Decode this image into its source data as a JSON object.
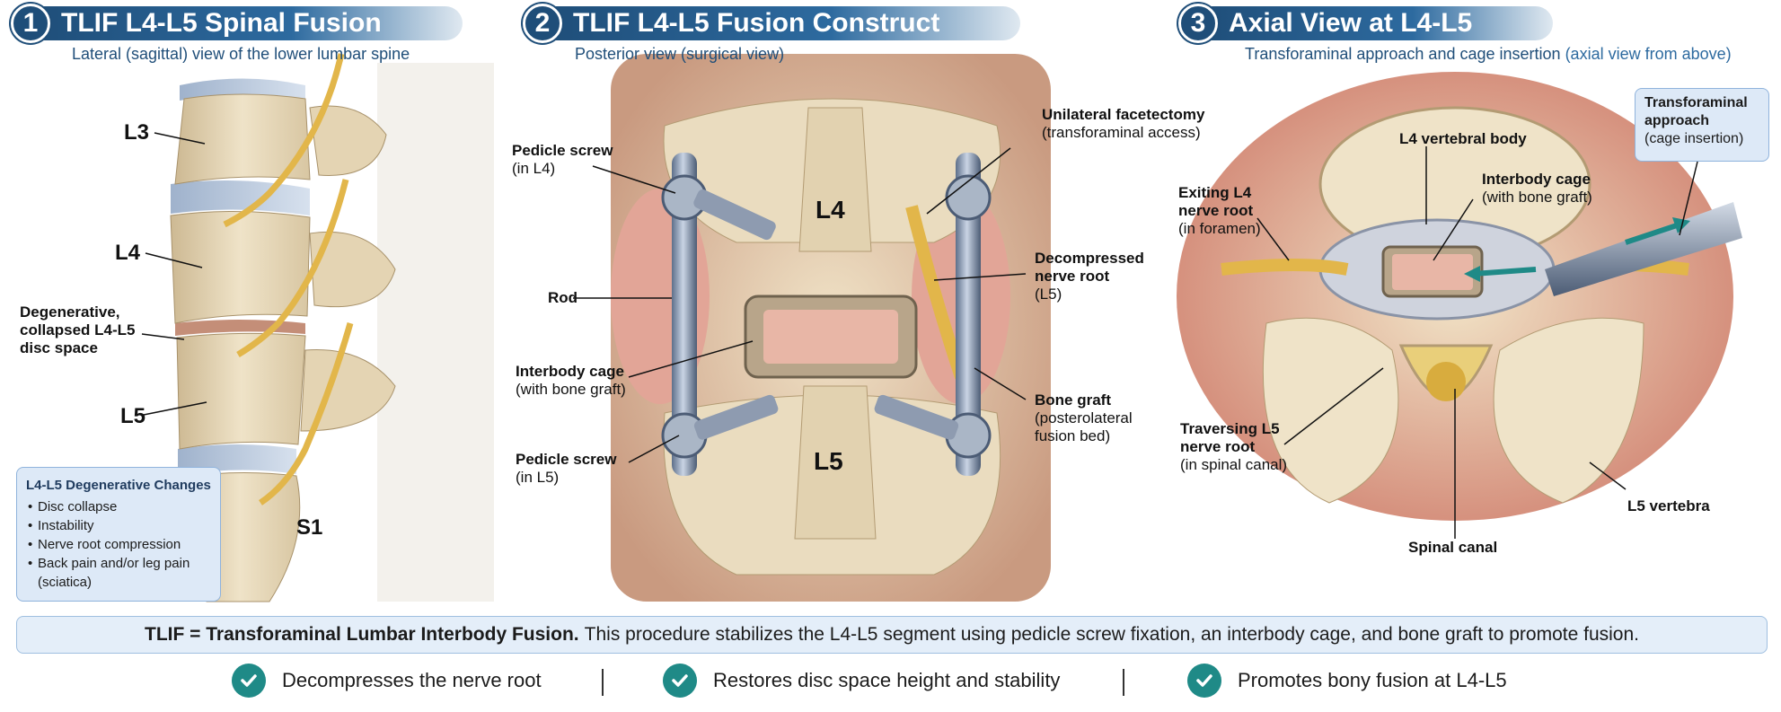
{
  "panel1": {
    "number": "1",
    "title": "TLIF L4-L5 Spinal Fusion",
    "subtitle": "Lateral (sagittal) view of the lower lumbar spine",
    "levels": {
      "l3": "L3",
      "l4": "L4",
      "l5": "L5",
      "s1": "S1"
    },
    "disc_label": [
      "Degenerative,",
      "collapsed L4-L5",
      "disc space"
    ],
    "box": {
      "title": "L4-L5 Degenerative Changes",
      "items": [
        "Disc collapse",
        "Instability",
        "Nerve root compression",
        "Back pain and/or leg pain",
        "(sciatica)"
      ]
    }
  },
  "panel2": {
    "number": "2",
    "title": "TLIF L4-L5 Fusion Construct",
    "subtitle": "Posterior view (surgical view)",
    "levels": {
      "l4": "L4",
      "l5": "L5"
    },
    "labels": {
      "pedicle_l4": [
        "Pedicle screw",
        "(in L4)"
      ],
      "rod": "Rod",
      "cage": [
        "Interbody cage",
        "(with bone graft)"
      ],
      "pedicle_l5": [
        "Pedicle screw",
        "(in L5)"
      ],
      "facetectomy": [
        "Unilateral facetectomy",
        "(transforaminal access)"
      ],
      "decompressed": [
        "Decompressed",
        "nerve root",
        "(L5)"
      ],
      "bone_graft": [
        "Bone graft",
        "(posterolateral",
        "fusion bed)"
      ]
    }
  },
  "panel3": {
    "number": "3",
    "title": "Axial View at L4-L5",
    "subtitle_main": "Transforaminal approach and cage insertion",
    "subtitle_extra": "(axial view from above)",
    "labels": {
      "vertebral_body": "L4 vertebral body",
      "cage": [
        "Interbody cage",
        "(with bone graft)"
      ],
      "exiting": [
        "Exiting L4",
        "nerve root",
        "(in foramen)"
      ],
      "traversing": [
        "Traversing L5",
        "nerve root",
        "(in spinal canal)"
      ],
      "canal": "Spinal canal",
      "l5_vertebra": "L5 vertebra",
      "approach": [
        "Transforaminal",
        "approach",
        "(cage insertion)"
      ]
    }
  },
  "summary": {
    "bold": "TLIF = Transforaminal Lumbar Interbody Fusion.",
    "text": "This procedure stabilizes the L4-L5 segment using pedicle screw fixation, an interbody cage, and bone graft to promote fusion."
  },
  "benefits": [
    "Decompresses the nerve root",
    "Restores disc space height and stability",
    "Promotes bony fusion at L4-L5"
  ],
  "colors": {
    "header": "#1f4e79",
    "check": "#1f8a87",
    "box": "#dde9f7",
    "bone": "#e9dcc0",
    "nerve": "#e2b64a"
  }
}
